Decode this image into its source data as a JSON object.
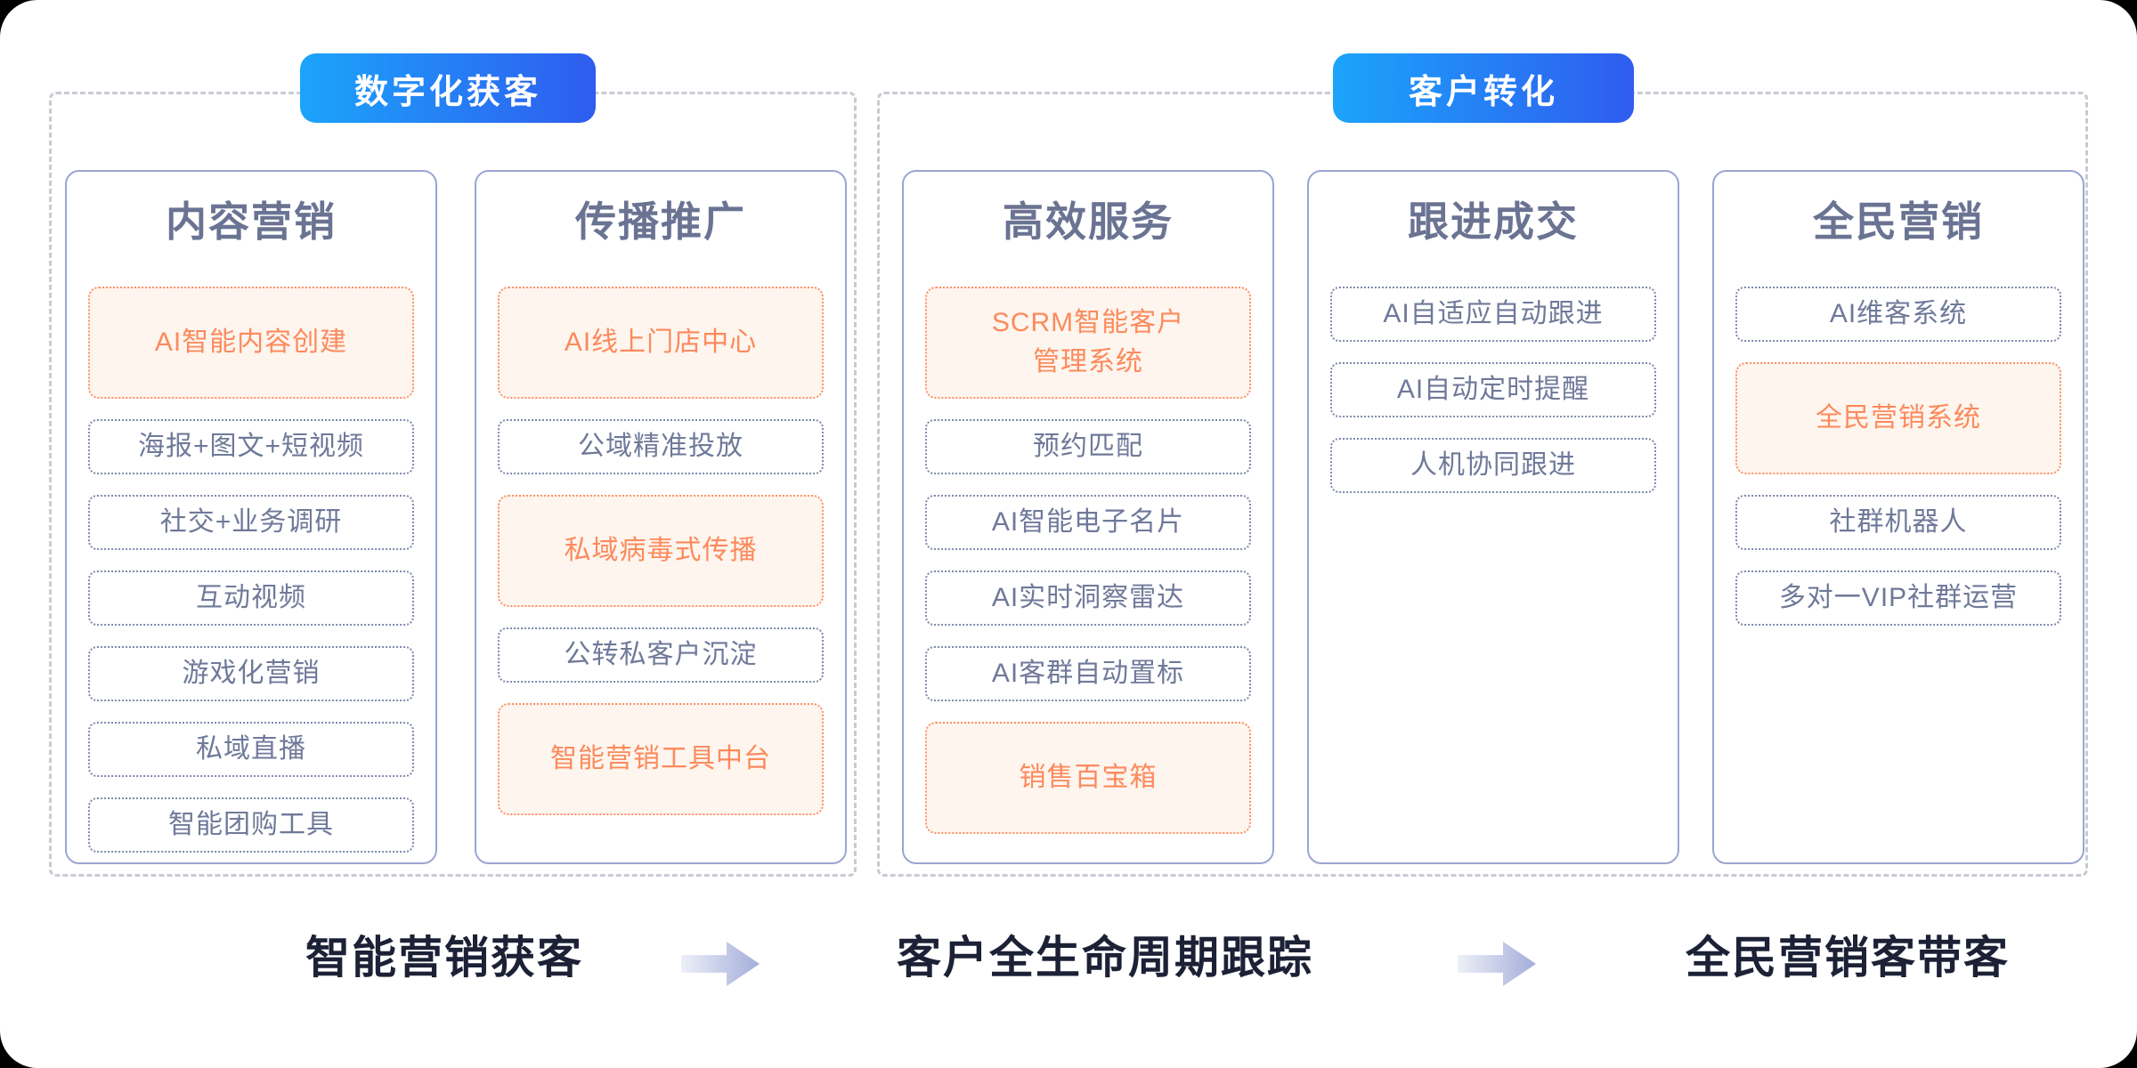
{
  "stage_pills": [
    {
      "label": "数字化获客"
    },
    {
      "label": "客户转化"
    }
  ],
  "groups": [
    {
      "name": "数字化获客",
      "columns": [
        {
          "title": "内容营销",
          "items": [
            {
              "label": "AI智能内容创建",
              "highlight": true,
              "tall": true
            },
            {
              "label": "海报+图文+短视频"
            },
            {
              "label": "社交+业务调研"
            },
            {
              "label": "互动视频"
            },
            {
              "label": "游戏化营销"
            },
            {
              "label": "私域直播"
            },
            {
              "label": "智能团购工具"
            }
          ]
        },
        {
          "title": "传播推广",
          "items": [
            {
              "label": "AI线上门店中心",
              "highlight": true,
              "tall": true
            },
            {
              "label": "公域精准投放"
            },
            {
              "label": "私域病毒式传播",
              "highlight": true,
              "tall": true
            },
            {
              "label": "公转私客户沉淀"
            },
            {
              "label": "智能营销工具中台",
              "highlight": true,
              "tall": true
            }
          ]
        }
      ]
    },
    {
      "name": "客户转化",
      "columns": [
        {
          "title": "高效服务",
          "items": [
            {
              "label": "SCRM智能客户\n管理系统",
              "highlight": true,
              "tall": true
            },
            {
              "label": "预约匹配"
            },
            {
              "label": "AI智能电子名片"
            },
            {
              "label": "AI实时洞察雷达"
            },
            {
              "label": "AI客群自动置标"
            },
            {
              "label": "销售百宝箱",
              "highlight": true,
              "tall": true
            }
          ]
        },
        {
          "title": "跟进成交",
          "items": [
            {
              "label": "AI自适应自动跟进"
            },
            {
              "label": "AI自动定时提醒"
            },
            {
              "label": "人机协同跟进"
            }
          ]
        },
        {
          "title": "全民营销",
          "items": [
            {
              "label": "AI维客系统"
            },
            {
              "label": "全民营销系统",
              "highlight": true,
              "tall": true
            },
            {
              "label": "社群机器人"
            },
            {
              "label": "多对一VIP社群运营"
            }
          ]
        }
      ]
    }
  ],
  "footer": {
    "labels": [
      "智能营销获客",
      "客户全生命周期跟踪",
      "全民营销客带客"
    ],
    "arrow_icons": [
      "flow-arrow",
      "flow-arrow"
    ]
  },
  "colors": {
    "page_bg": "#000000",
    "canvas_bg": "#FFFFFF",
    "pill_gradient_start": "#1BA4FB",
    "pill_gradient_end": "#2F5CEF",
    "pill_text": "#FFFFFF",
    "group_border": "#C8CBD4",
    "card_border": "#9AA5D2",
    "heading_text": "#6A7392",
    "item_text": "#6F7999",
    "item_border": "#7F8AAC",
    "highlight_text": "#FC8A5C",
    "highlight_border": "#FC9168",
    "highlight_bg": "#FEF5EE",
    "footer_text": "#1C2136",
    "arrow_gradient_start": "#EDF0F8",
    "arrow_gradient_end": "#A3ADDA"
  }
}
